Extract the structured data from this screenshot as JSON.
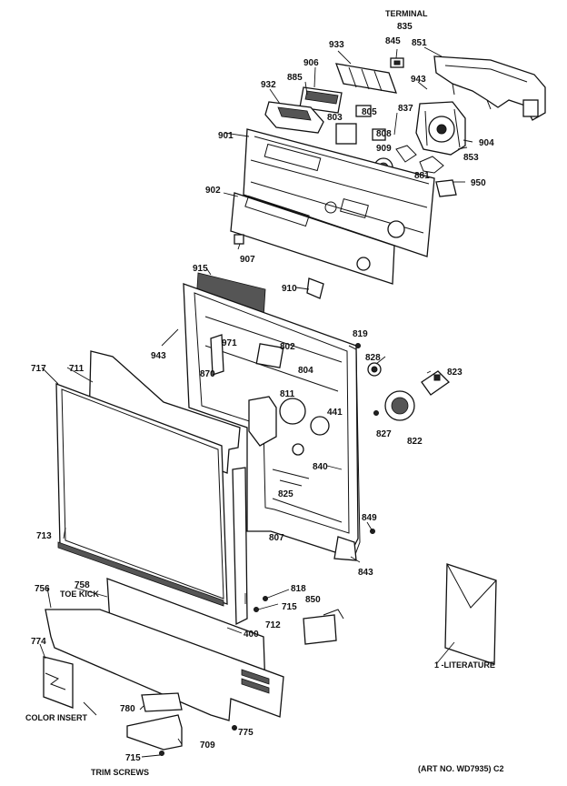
{
  "captions": {
    "terminal": "TERMINAL",
    "toe_kick": "TOE KICK",
    "color_insert": "COLOR INSERT",
    "trim_screws": "TRIM SCREWS",
    "literature": "1 -LITERATURE",
    "art_no": "(ART NO. WD7935) C2"
  },
  "labels": {
    "p835": "835",
    "p845": "845",
    "p851": "851",
    "p933": "933",
    "p906": "906",
    "p885": "885",
    "p943_top": "943",
    "p932": "932",
    "p805": "805",
    "p803": "803",
    "p837": "837",
    "p808": "808",
    "p901": "901",
    "p909": "909",
    "p904": "904",
    "p853": "853",
    "p881": "881",
    "p950": "950",
    "p902": "902",
    "p907": "907",
    "p915": "915",
    "p910": "910",
    "p943_mid": "943",
    "p971": "971",
    "p802": "802",
    "p819": "819",
    "p828": "828",
    "p717": "717",
    "p711": "711",
    "p870": "870",
    "p804": "804",
    "p823": "823",
    "p811": "811",
    "p441": "441",
    "p827": "827",
    "p822": "822",
    "p840": "840",
    "p825": "825",
    "p849": "849",
    "p713": "713",
    "p807": "807",
    "p843": "843",
    "p758": "758",
    "p756": "756",
    "p818": "818",
    "p715": "715",
    "p850": "850",
    "p712": "712",
    "p400": "400",
    "p774": "774",
    "p780": "780",
    "p775": "775",
    "p709": "709",
    "p715_b": "715"
  }
}
